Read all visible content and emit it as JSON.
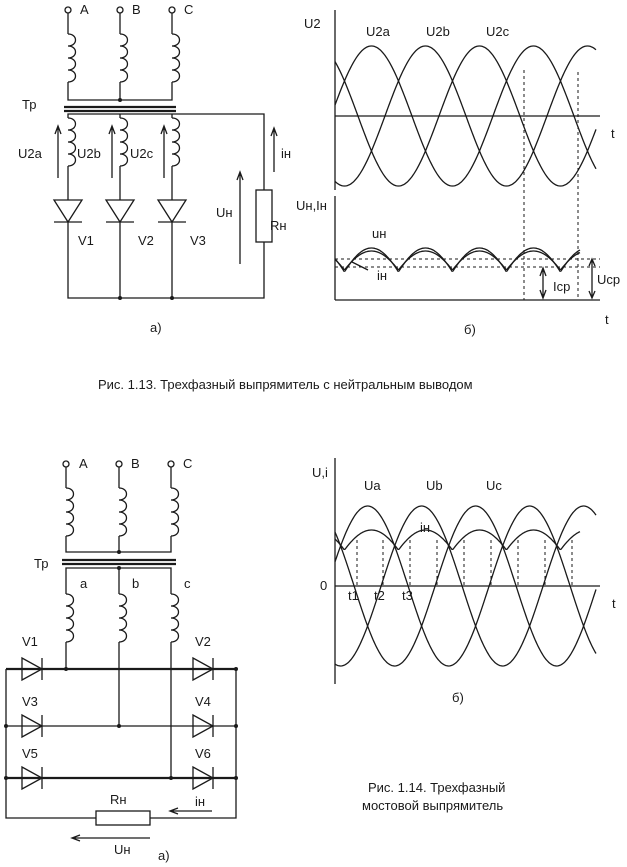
{
  "fig13": {
    "circuit": {
      "phases": [
        "A",
        "B",
        "C"
      ],
      "transformer": "Тр",
      "secondary_voltages": [
        "U2a",
        "U2b",
        "U2c"
      ],
      "diodes": [
        "V1",
        "V2",
        "V3"
      ],
      "load": "Rн",
      "load_voltage": "Uн",
      "load_current": "iн",
      "sub": "а)"
    },
    "plot_top": {
      "ylabel": "U2",
      "xlabel": "t",
      "curves": [
        "U2a",
        "U2b",
        "U2c"
      ]
    },
    "plot_bottom": {
      "ylabel": "Uн,Iн",
      "xlabel": "t",
      "curve_u": "uн",
      "curve_i": "iн",
      "avg_current": "Icp",
      "avg_voltage": "Ucp"
    },
    "sub": "б)",
    "caption": "Рис. 1.13. Трехфазный выпрямитель с нейтральным выводом"
  },
  "fig14": {
    "circuit": {
      "phases": [
        "A",
        "B",
        "C"
      ],
      "transformer": "Тр",
      "winding_labels": [
        "a",
        "b",
        "c"
      ],
      "diodes": [
        "V1",
        "V2",
        "V3",
        "V4",
        "V5",
        "V6"
      ],
      "load": "Rн",
      "load_voltage": "Uн",
      "load_current": "iн",
      "sub": "а)"
    },
    "plot": {
      "ylabel": "U,i",
      "origin": "0",
      "xlabel": "t",
      "curves": [
        "Ua",
        "Ub",
        "Uc"
      ],
      "current": "iн",
      "ticks": [
        "t1",
        "t2",
        "t3"
      ]
    },
    "sub": "б)",
    "caption_line1": "Рис. 1.14. Трехфазный",
    "caption_line2": "мостовой выпрямитель"
  }
}
